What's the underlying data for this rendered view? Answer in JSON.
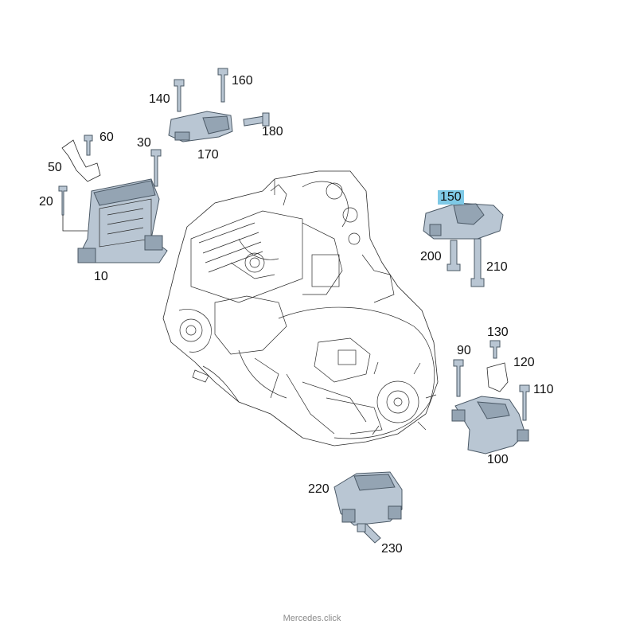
{
  "callouts": [
    {
      "id": "10",
      "label": "10"
    },
    {
      "id": "20",
      "label": "20"
    },
    {
      "id": "30",
      "label": "30"
    },
    {
      "id": "50",
      "label": "50"
    },
    {
      "id": "60",
      "label": "60"
    },
    {
      "id": "90",
      "label": "90"
    },
    {
      "id": "100",
      "label": "100"
    },
    {
      "id": "110",
      "label": "110"
    },
    {
      "id": "120",
      "label": "120"
    },
    {
      "id": "130",
      "label": "130"
    },
    {
      "id": "140",
      "label": "140"
    },
    {
      "id": "150",
      "label": "150",
      "highlighted": true
    },
    {
      "id": "160",
      "label": "160"
    },
    {
      "id": "170",
      "label": "170"
    },
    {
      "id": "180",
      "label": "180"
    },
    {
      "id": "200",
      "label": "200"
    },
    {
      "id": "210",
      "label": "210"
    },
    {
      "id": "220",
      "label": "220"
    },
    {
      "id": "230",
      "label": "230"
    }
  ],
  "highlight_color": "#7ec9e6",
  "part_color": "#b9c6d3",
  "footer": "Mercedes.click"
}
